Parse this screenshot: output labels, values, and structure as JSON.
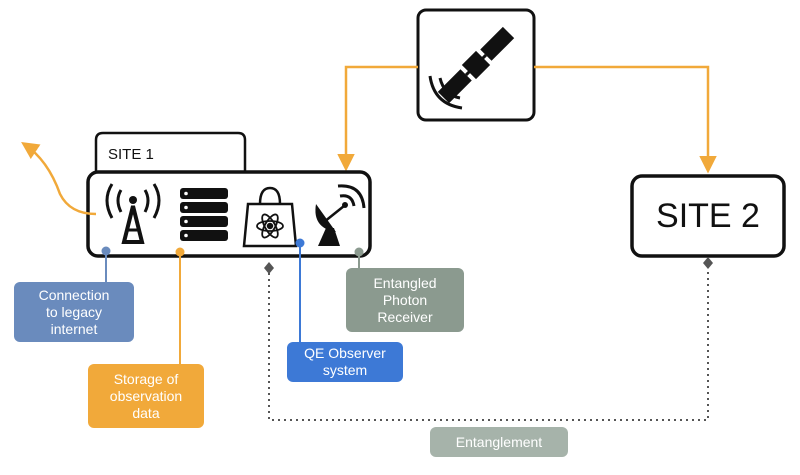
{
  "site1": {
    "title": "SITE 1"
  },
  "site2": {
    "title": "SITE 2"
  },
  "labels": {
    "legacy": [
      "Connection",
      "to legacy",
      "internet"
    ],
    "storage": [
      "Storage of",
      "observation",
      "data"
    ],
    "qe_observer": [
      "QE Observer",
      "system"
    ],
    "photon_receiver": [
      "Entangled",
      "Photon",
      "Receiver"
    ],
    "entanglement": "Entanglement"
  },
  "icons": {
    "satellite": "satellite-icon",
    "antenna": "antenna-tower-icon",
    "storage": "server-stack-icon",
    "observer": "atom-bag-icon",
    "dish": "satellite-dish-icon"
  },
  "colors": {
    "orange": "#f1a93a",
    "blue": "#3d79d6",
    "steel_blue": "#6a8bbd",
    "gray_green": "#8b9a8f",
    "light_gray_green": "#a6b3aa",
    "outline": "#111111"
  }
}
